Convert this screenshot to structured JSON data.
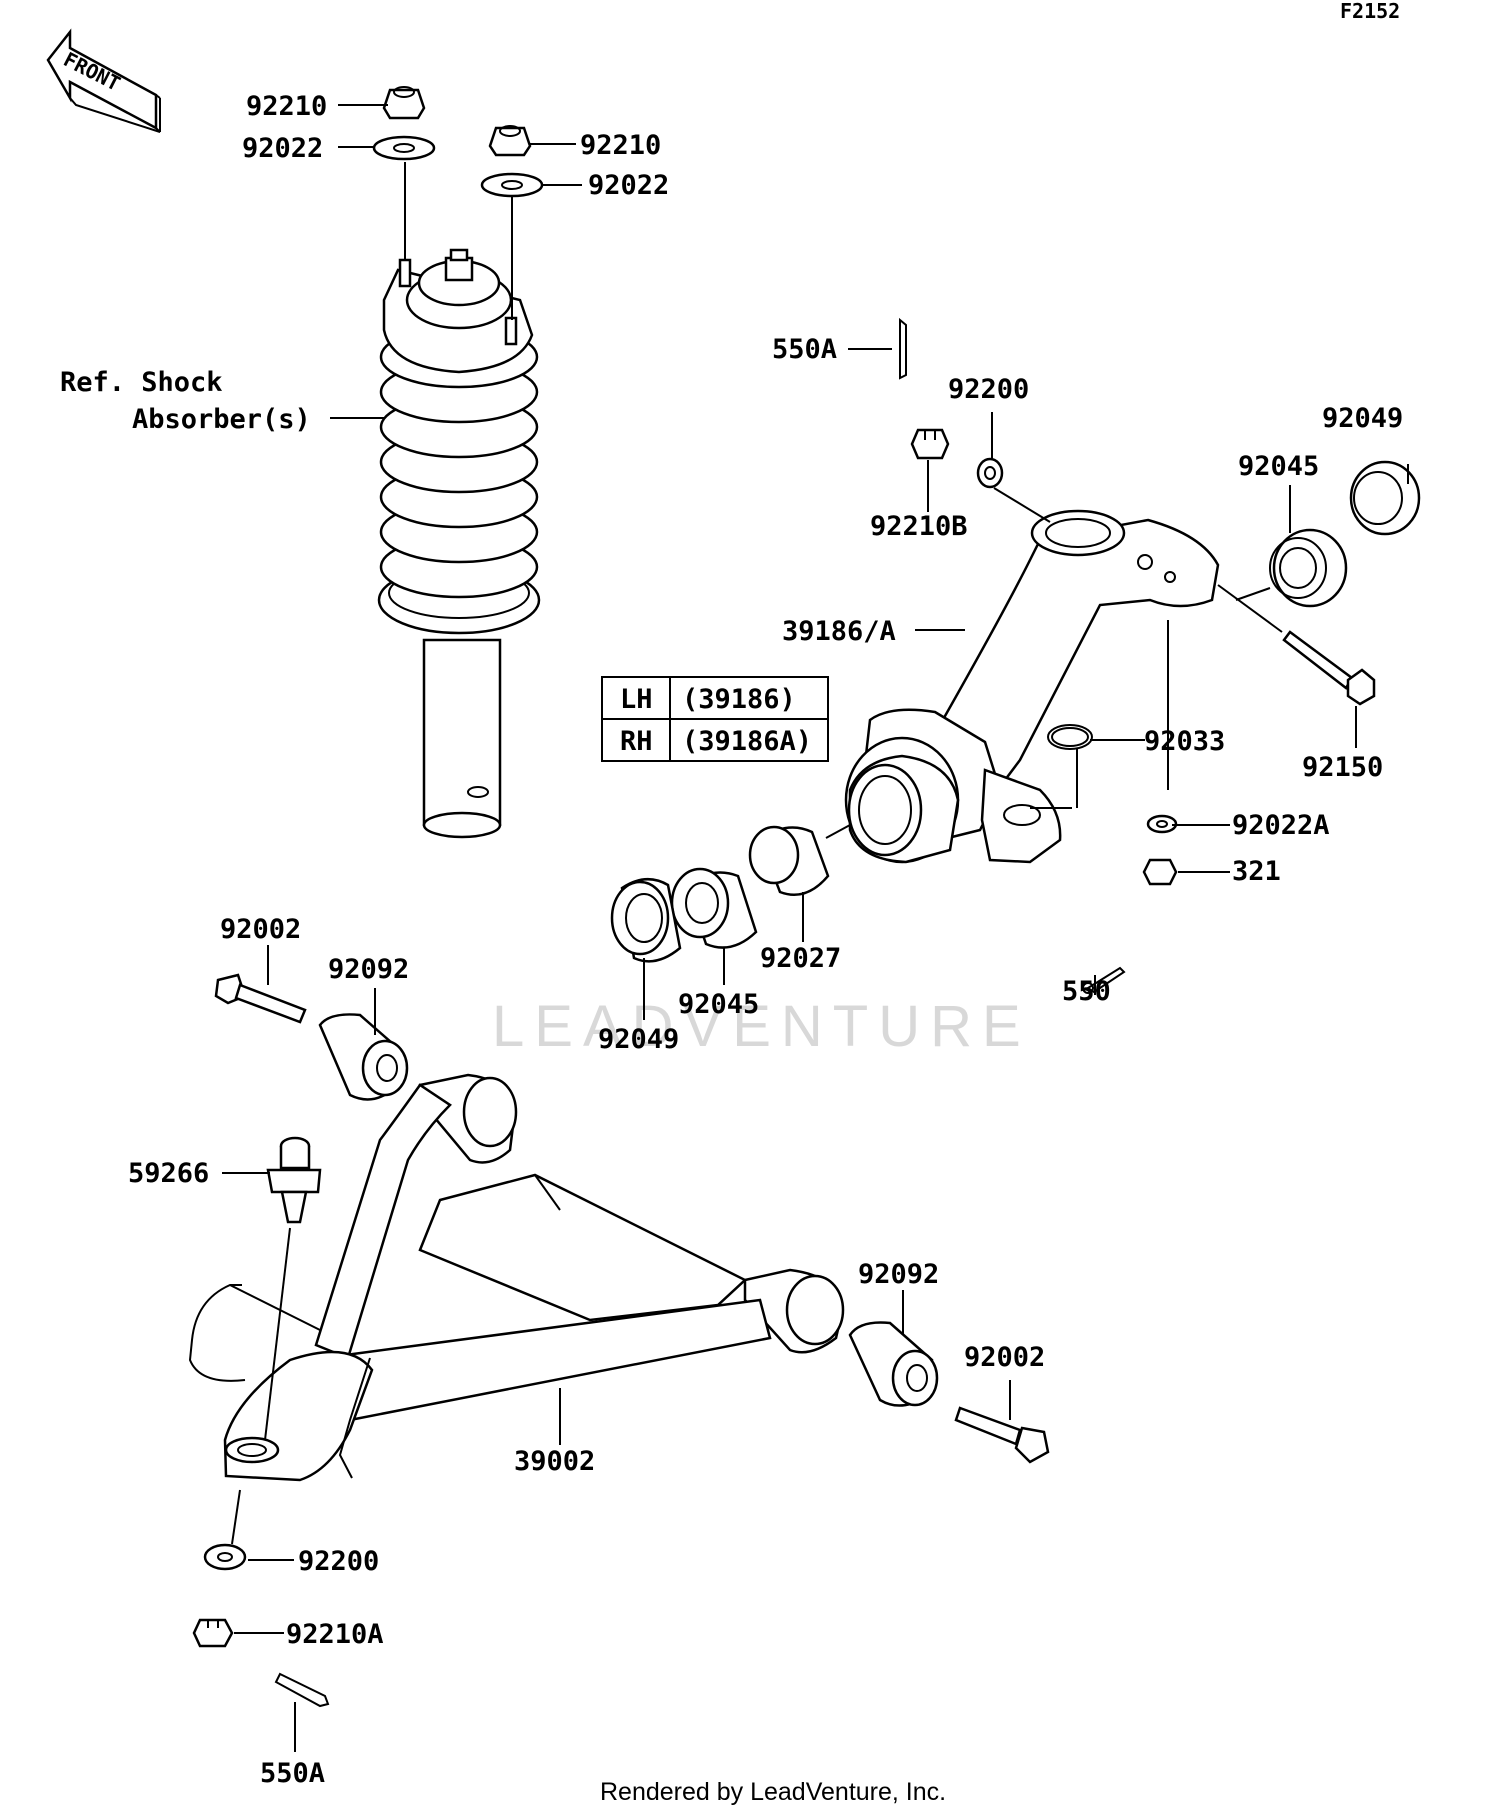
{
  "figure_code": "F2152",
  "front_marker": "FRONT",
  "reference_note": {
    "line1": "Ref. Shock",
    "line2": "Absorber(s)"
  },
  "side_table": {
    "rows": [
      {
        "side": "LH",
        "part": "(39186)"
      },
      {
        "side": "RH",
        "part": "(39186A)"
      }
    ]
  },
  "watermark": "LEADVENTURE",
  "footer": "Rendered by LeadVenture, Inc.",
  "callouts": {
    "nut_top_left": "92210",
    "washer_top_left": "92022",
    "nut_top_right": "92210",
    "washer_top_right": "92022",
    "cotter_pin_upper": "550A",
    "washer_knuckle": "92200",
    "castle_nut_knuckle": "92210B",
    "knuckle": "39186/A",
    "oil_seal_right": "92049",
    "bearing_right": "92045",
    "bolt_knuckle": "92150",
    "circlip": "92033",
    "washer_lower_knuckle": "92022A",
    "nut_lower_knuckle": "321",
    "cotter_pin_lower_knuckle": "550",
    "spacer": "92027",
    "bearing_left": "92045",
    "oil_seal_left": "92049",
    "bolt_arm_left": "92002",
    "bushing_arm_left": "92092",
    "ball_joint": "59266",
    "a_arm": "39002",
    "bushing_arm_right": "92092",
    "bolt_arm_right": "92002",
    "washer_ball_joint": "92200",
    "castle_nut_ball_joint": "92210A",
    "cotter_pin_ball_joint": "550A"
  }
}
